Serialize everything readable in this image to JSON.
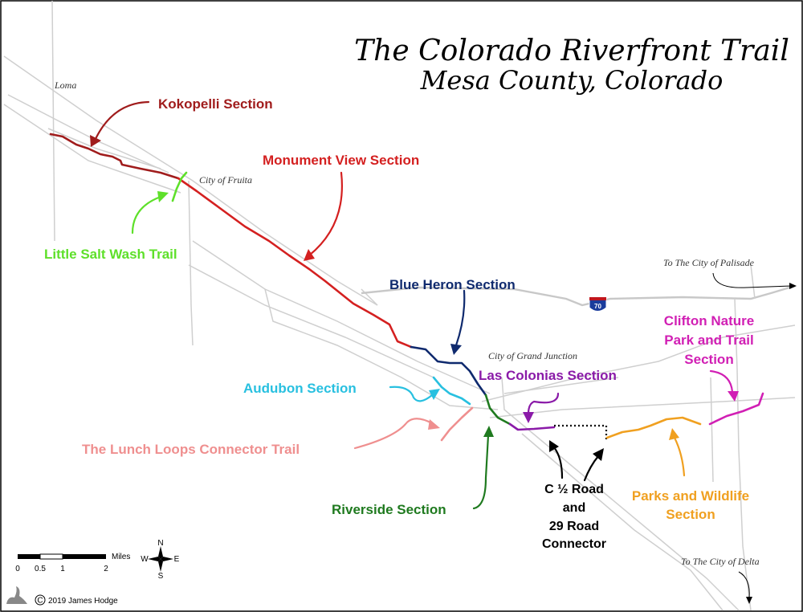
{
  "title": {
    "line1": "The Colorado Riverfront Trail",
    "line2": "Mesa County, Colorado"
  },
  "towns": {
    "loma": "Loma",
    "fruita": "City of Fruita",
    "grand_junction": "City of Grand Junction",
    "palisade": "To The City of Palisade",
    "delta": "To The City of Delta"
  },
  "highway_shield": "70",
  "sections": {
    "kokopelli": {
      "label": "Kokopelli Section",
      "color": "#a01c1c"
    },
    "monument_view": {
      "label": "Monument View Section",
      "color": "#d42020"
    },
    "little_salt_wash": {
      "label": "Little Salt Wash Trail",
      "color": "#5ee02a"
    },
    "blue_heron": {
      "label": "Blue Heron Section",
      "color": "#0f2a6e"
    },
    "audubon": {
      "label": "Audubon Section",
      "color": "#28c0e0"
    },
    "lunch_loops": {
      "label": "The Lunch Loops Connector Trail",
      "color": "#ef8f8f"
    },
    "riverside": {
      "label": "Riverside Section",
      "color": "#1f7a1f"
    },
    "las_colonias": {
      "label": "Las Colonias Section",
      "color": "#8a1aa8"
    },
    "connector": {
      "line1": "C ½ Road",
      "line2": "and",
      "line3": "29 Road",
      "line4": "Connector",
      "color": "#000000"
    },
    "parks_wildlife": {
      "line1": "Parks and Wildlife",
      "line2": "Section",
      "color": "#f0a020"
    },
    "clifton": {
      "line1": "Clifton Nature",
      "line2": "Park and Trail",
      "line3": "Section",
      "color": "#d11fb4"
    }
  },
  "scale_bar": {
    "unit": "Miles",
    "ticks": [
      "0",
      "0.5",
      "1",
      "2"
    ]
  },
  "compass": {
    "n": "N",
    "s": "S",
    "e": "E",
    "w": "W"
  },
  "copyright": {
    "symbol": "C",
    "text": "2019 James Hodge"
  }
}
